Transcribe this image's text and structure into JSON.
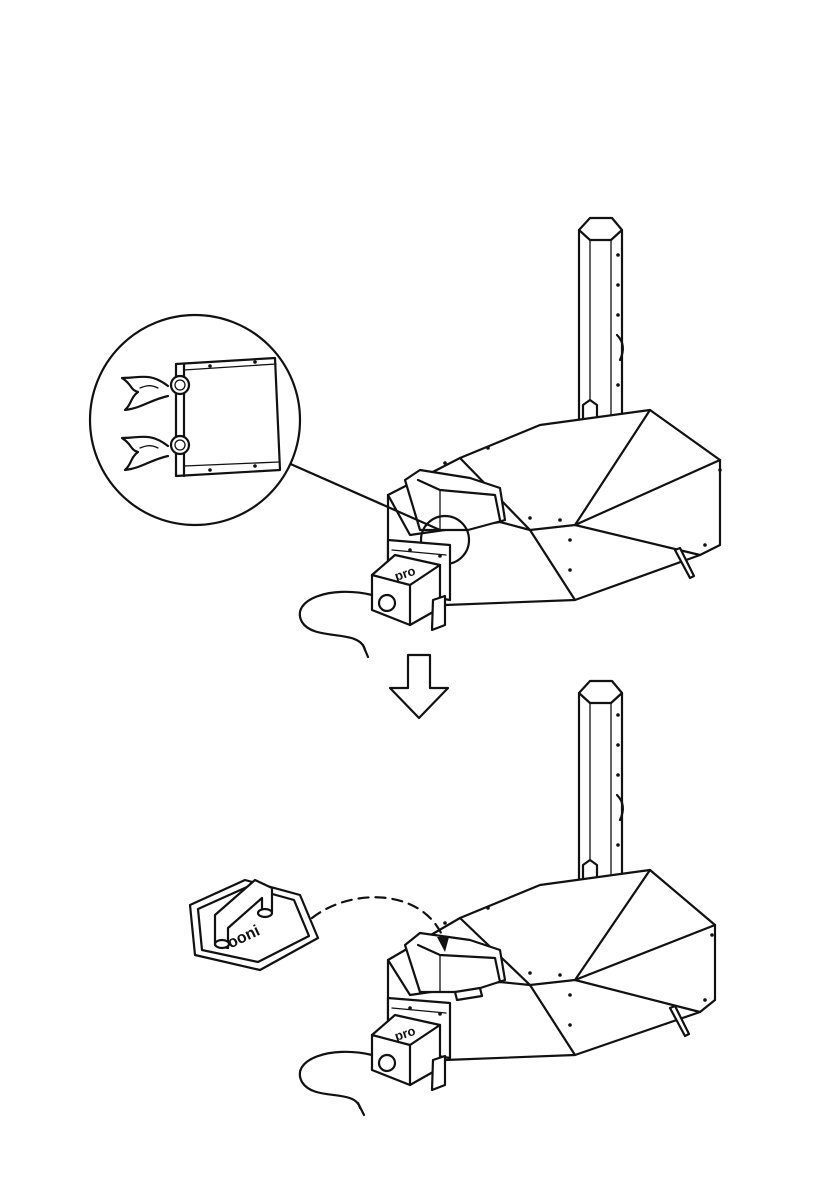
{
  "figure": {
    "top_oven": {
      "stove_label": "pro"
    },
    "bottom_oven": {
      "stove_label": "pro"
    },
    "lid_plate": {
      "logo_text": "ooni"
    },
    "colors": {
      "line": "#111111",
      "background": "#ffffff"
    }
  }
}
